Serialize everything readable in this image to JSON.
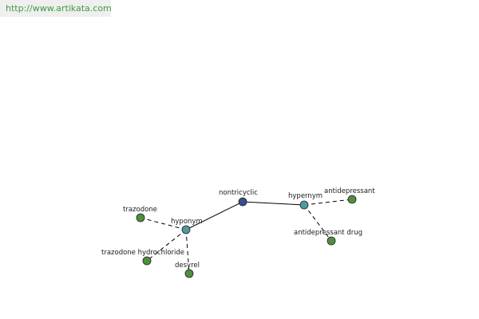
{
  "header": {
    "url": "http://www.artikata.com"
  },
  "colors": {
    "url_text": "#3f9a3f",
    "url_bg": "#efefef",
    "center_node": "#3a4f8f",
    "relation_node": "#4f9a9a",
    "leaf_node": "#4f8f3f",
    "edge": "#000000"
  },
  "graph": {
    "center": {
      "id": "nontricyclic",
      "label": "nontricyclic",
      "kind": "center"
    },
    "relations": [
      {
        "id": "hyponym",
        "label": "hyponym",
        "kind": "relation"
      },
      {
        "id": "hypernym",
        "label": "hypernym",
        "kind": "relation"
      }
    ],
    "leaves": [
      {
        "id": "trazodone",
        "label": "trazodone",
        "kind": "leaf",
        "parent": "hyponym"
      },
      {
        "id": "trazodone-hydrochloride",
        "label": "trazodone hydrochloride",
        "kind": "leaf",
        "parent": "hyponym"
      },
      {
        "id": "desyrel",
        "label": "desyrel",
        "kind": "leaf",
        "parent": "hyponym"
      },
      {
        "id": "antidepressant",
        "label": "antidepressant",
        "kind": "leaf",
        "parent": "hypernym"
      },
      {
        "id": "antidepressant-drug",
        "label": "antidepressant drug",
        "kind": "leaf",
        "parent": "hypernym"
      }
    ]
  }
}
